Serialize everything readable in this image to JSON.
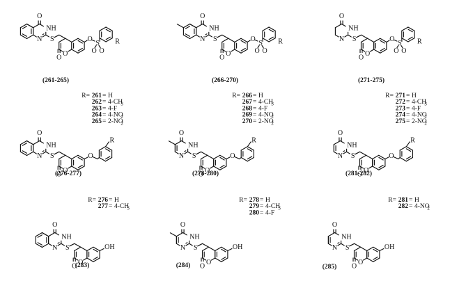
{
  "compounds": [
    {
      "id": "c261",
      "label": "(261-265)",
      "labels": [
        "O",
        "NH",
        "N",
        "S",
        "O",
        "O",
        "O",
        "S",
        "O",
        "O",
        "R"
      ]
    },
    {
      "id": "c266",
      "label": "(266-270)",
      "labels": [
        "O",
        "NH",
        "N",
        "S",
        "O",
        "O",
        "O",
        "S",
        "O",
        "O",
        "R"
      ]
    },
    {
      "id": "c271",
      "label": "(271-275)",
      "labels": [
        "O",
        "NH",
        "N",
        "S",
        "O",
        "O",
        "O",
        "S",
        "O",
        "O",
        "R"
      ]
    },
    {
      "id": "c276",
      "label": "(276-277)",
      "labels": [
        "O",
        "NH",
        "N",
        "S",
        "O",
        "O",
        "O",
        "R"
      ]
    },
    {
      "id": "c278",
      "label": "(278-280)",
      "labels": [
        "O",
        "NH",
        "N",
        "S",
        "O",
        "O",
        "O",
        "R"
      ]
    },
    {
      "id": "c281",
      "label": "(281-282)",
      "labels": [
        "O",
        "NH",
        "N",
        "S",
        "O",
        "O",
        "O",
        "R"
      ]
    },
    {
      "id": "c283",
      "label": "(283)",
      "labels": [
        "O",
        "NH",
        "N",
        "S",
        "O",
        "O",
        "OH"
      ]
    },
    {
      "id": "c284",
      "label": "(284)",
      "labels": [
        "O",
        "NH",
        "N",
        "S",
        "O",
        "O",
        "OH"
      ]
    },
    {
      "id": "c285",
      "label": "(285)",
      "labels": [
        "O",
        "NH",
        "N",
        "S",
        "O",
        "O",
        "OH"
      ]
    }
  ],
  "r_tables": [
    {
      "id": "rt1",
      "prefix": "R=",
      "rows": [
        {
          "num": "261",
          "sep": "=",
          "val": "H"
        },
        {
          "num": "262",
          "sep": "=",
          "val": "4-CH",
          "sub": "3"
        },
        {
          "num": "263",
          "sep": "=",
          "val": "4-F"
        },
        {
          "num": "264",
          "sep": "=",
          "val": "4-NO",
          "sub": "2"
        },
        {
          "num": "265",
          "sep": "=",
          "val": "2-NO",
          "sub": "2"
        }
      ]
    },
    {
      "id": "rt2",
      "prefix": "R=",
      "rows": [
        {
          "num": "266",
          "sep": "=",
          "val": "H"
        },
        {
          "num": "267",
          "sep": "=",
          "val": "4-CH",
          "sub": "3"
        },
        {
          "num": "268",
          "sep": "=",
          "val": "4-F"
        },
        {
          "num": "269",
          "sep": "=",
          "val": "4-NO",
          "sub": "2"
        },
        {
          "num": "270",
          "sep": "=",
          "val": "2-NO",
          "sub": "2"
        }
      ]
    },
    {
      "id": "rt3",
      "prefix": "R=",
      "rows": [
        {
          "num": "271",
          "sep": "=",
          "val": "H"
        },
        {
          "num": "272",
          "sep": "=",
          "val": "4-CH",
          "sub": "3"
        },
        {
          "num": "273",
          "sep": "=",
          "val": "4-F"
        },
        {
          "num": "274",
          "sep": "=",
          "val": "4-NO",
          "sub": "2"
        },
        {
          "num": "275",
          "sep": "=",
          "val": "2-NO",
          "sub": "2"
        }
      ]
    },
    {
      "id": "rt4",
      "prefix": "R=",
      "rows": [
        {
          "num": "276",
          "sep": "=",
          "val": "H"
        },
        {
          "num": "277",
          "sep": "=",
          "val": "4-CH",
          "sub": "3"
        }
      ]
    },
    {
      "id": "rt5",
      "prefix": "R=",
      "rows": [
        {
          "num": "278",
          "sep": "=",
          "val": "H"
        },
        {
          "num": "279",
          "sep": "=",
          "val": "4-CH",
          "sub": "3"
        },
        {
          "num": "280",
          "sep": "=",
          "val": "4-F"
        }
      ]
    },
    {
      "id": "rt6",
      "prefix": "R=",
      "rows": [
        {
          "num": "281",
          "sep": "=",
          "val": "H"
        },
        {
          "num": "282",
          "sep": "=",
          "val": "4-NO",
          "sub": "2"
        }
      ]
    }
  ]
}
